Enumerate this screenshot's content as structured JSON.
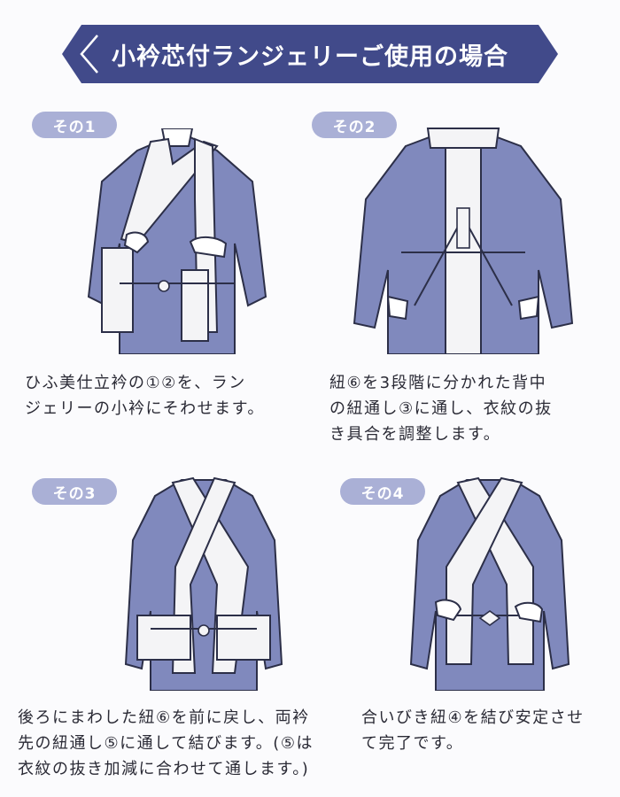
{
  "title": "小衿芯付ランジェリーご使用の場合",
  "colors": {
    "banner": "#414a8a",
    "pill": "#aab0d6",
    "robe": "#8089bd"
  },
  "steps": [
    {
      "label": "その1",
      "lines": [
        "ひふ美仕立衿の①②を、ラン",
        "ジェリーの小衿にそわせます。"
      ]
    },
    {
      "label": "その2",
      "lines": [
        "紐⑥を3段階に分かれた背中",
        "の紐通し③に通し、衣紋の抜",
        "き具合を調整します。"
      ]
    },
    {
      "label": "その3",
      "lines": [
        "後ろにまわした紐⑥を前に戻し、両衿",
        "先の紐通し⑤に通して結びます。(⑤は",
        "衣紋の抜き加減に合わせて通します。)"
      ]
    },
    {
      "label": "その4",
      "lines": [
        "合いびき紐④を結び安定させ",
        "て完了です。"
      ]
    }
  ]
}
